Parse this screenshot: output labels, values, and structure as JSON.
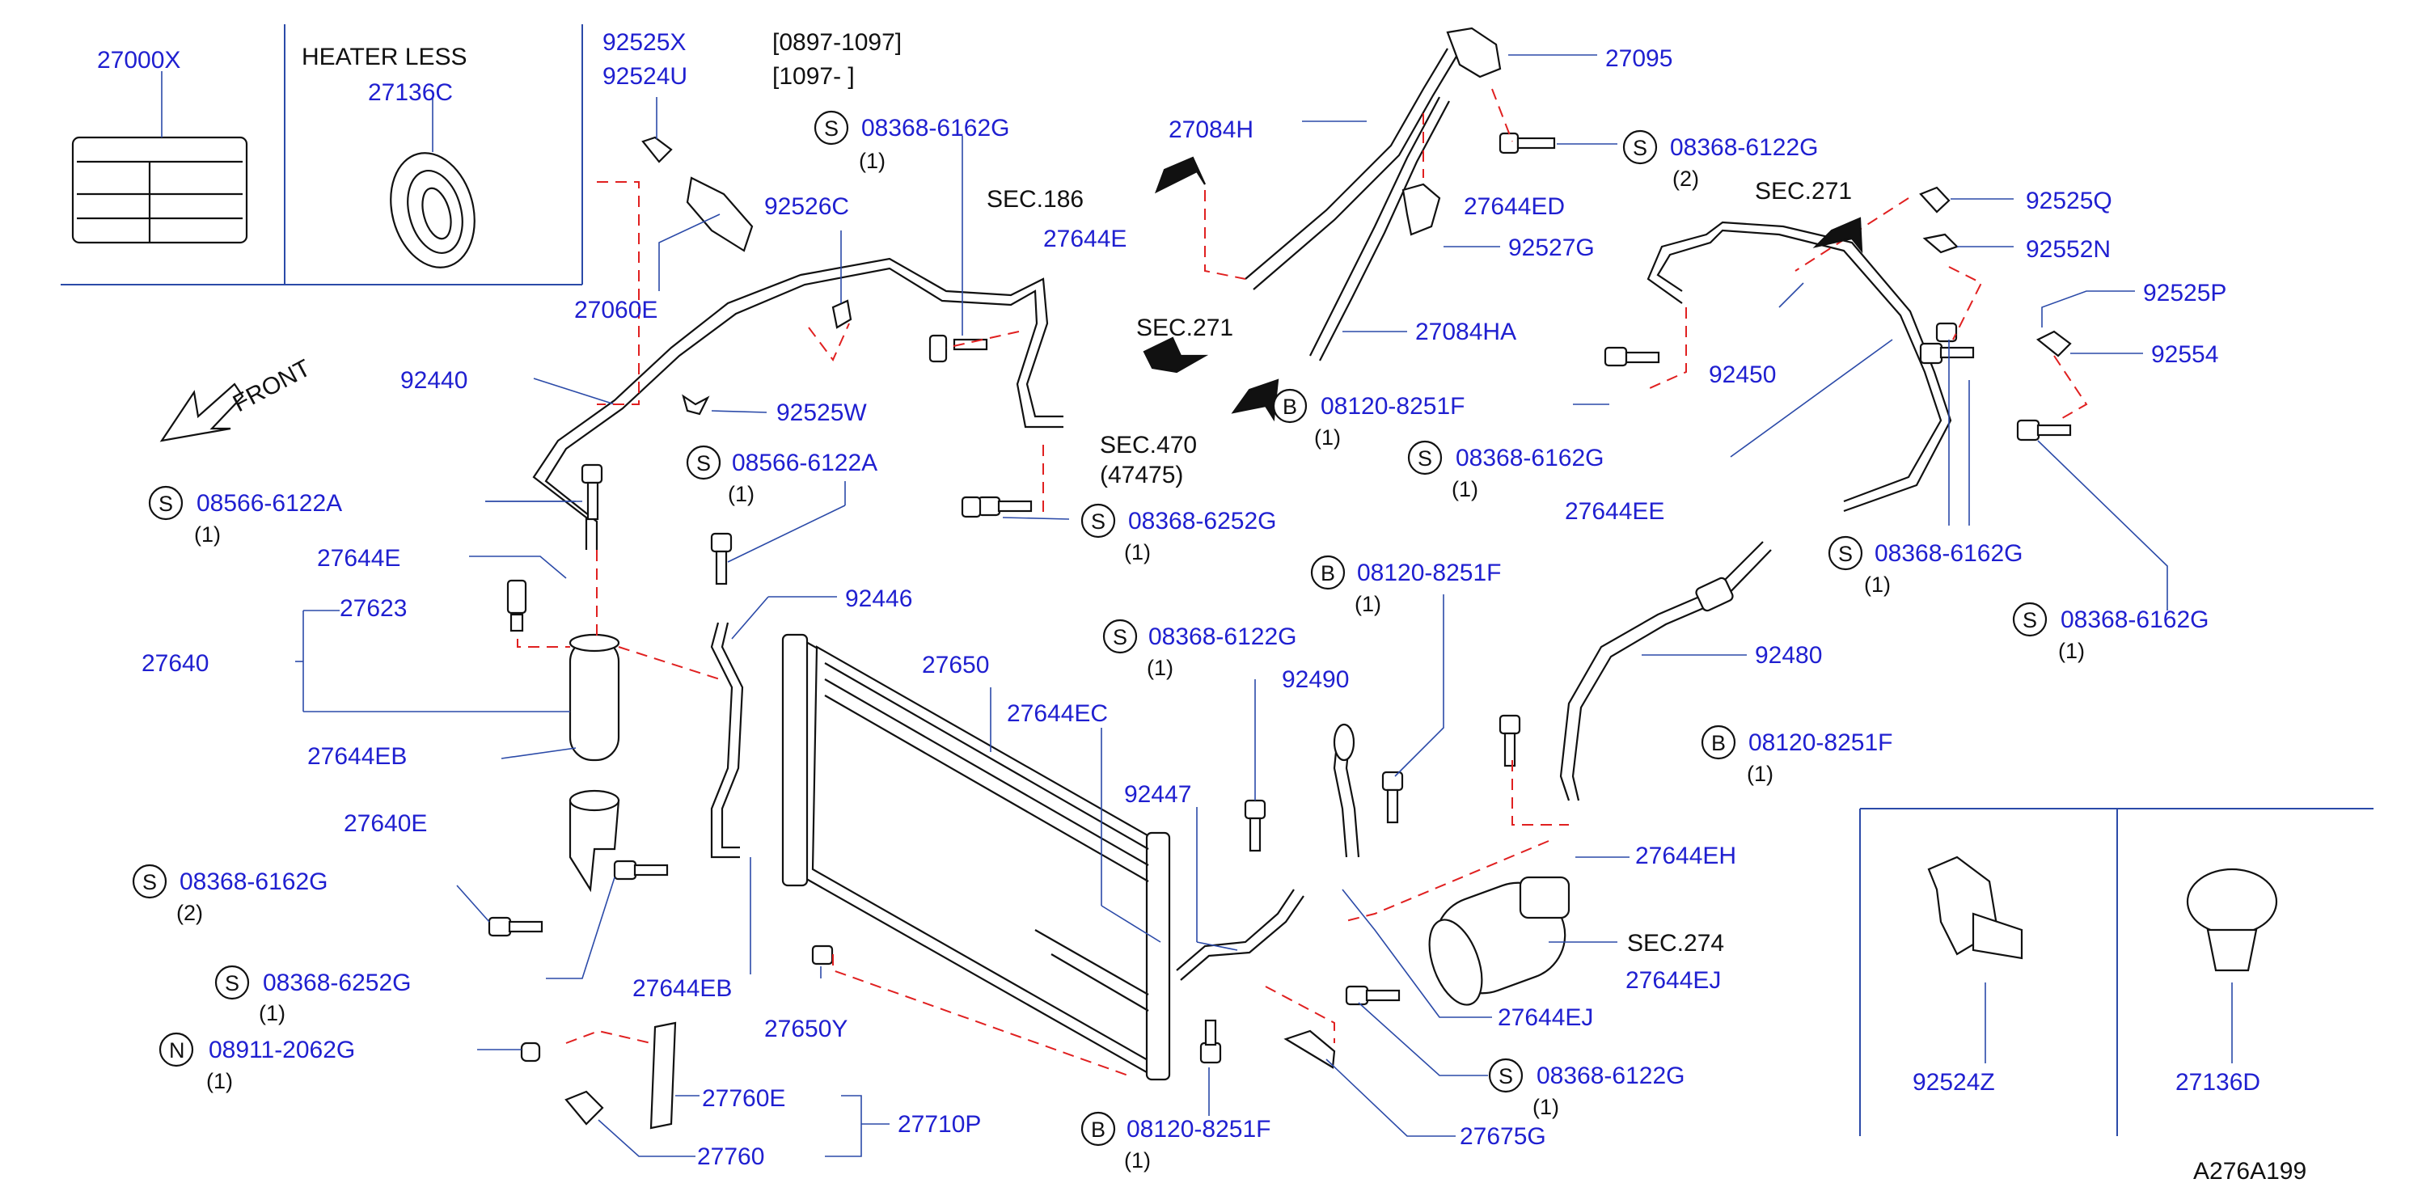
{
  "labels": {
    "p27000x": "27000X",
    "heater_less": "HEATER  LESS",
    "p27136c": "27136C",
    "p92525x": "92525X",
    "p92524u": "92524U",
    "date1": "[0897-1097]",
    "date2": "[1097-                   ]",
    "s_top": "08368-6162G",
    "q_top": "(1)",
    "p92526c": "92526C",
    "sec186": "SEC.186",
    "p27084h": "27084H",
    "p27095": "27095",
    "s_6122g_top": "08368-6122G",
    "q_6122g_top": "(2)",
    "p27644ed": "27644ED",
    "p92527g": "92527G",
    "sec271_top": "SEC.271",
    "p92525q": "92525Q",
    "p92552n": "92552N",
    "p92525p": "92525P",
    "p92554": "92554",
    "p27060e": "27060E",
    "p27644e_top": "27644E",
    "sec271_mid": "SEC.271",
    "p27084ha": "27084HA",
    "p92450": "92450",
    "front": "FRONT",
    "p92440": "92440",
    "p92525w": "92525W",
    "b_8251_top": "08120-8251F",
    "q_b_top": "(1)",
    "s_6162g_mid": "08368-6162G",
    "q_6162g_mid": "(1)",
    "sec470": "SEC.470",
    "sec470_sub": "(47475)",
    "s_6122a_mid": "08566-6122A",
    "q_6122a_mid": "(1)",
    "s_6122a_left": "08566-6122A",
    "q_6122a_left": "(1)",
    "s_6252g_mid": "08368-6252G",
    "q_6252g_mid": "(1)",
    "p27644ee": "27644EE",
    "s_6162g_right": "08368-6162G",
    "q_6162g_right": "(1)",
    "p27644e_left": "27644E",
    "b_8251_mid": "08120-8251F",
    "q_b_mid": "(1)",
    "p27623": "27623",
    "p92446": "92446",
    "p27640": "27640",
    "s_6122g_mid": "08368-6122G",
    "q_6122g_mid": "(1)",
    "s_6162g_far": "08368-6162G",
    "q_6162g_far": "(1)",
    "p27650": "27650",
    "p92480": "92480",
    "p92490": "92490",
    "p27644ec": "27644EC",
    "p27644eb_top": "27644EB",
    "b_8251_right": "08120-8251F",
    "q_b_right": "(1)",
    "p92447": "92447",
    "p27640e": "27640E",
    "p27644eh": "27644EH",
    "s_6162g_left": "08368-6162G",
    "q_6162g_left": "(2)",
    "sec274": "SEC.274",
    "s_6252g_left": "08368-6252G",
    "q_6252g_left": "(1)",
    "p27644eb_bot": "27644EB",
    "p27644ej_a": "27644EJ",
    "p27650y": "27650Y",
    "p27644ej_b": "27644EJ",
    "n_2062g": "08911-2062G",
    "q_n": "(1)",
    "s_6122g_bot": "08368-6122G",
    "q_6122g_bot": "(1)",
    "p27760e": "27760E",
    "p27710p": "27710P",
    "p27760": "27760",
    "b_8251_bot": "08120-8251F",
    "q_b_bot": "(1)",
    "p27675g": "27675G",
    "p92524z": "92524Z",
    "p27136d": "27136D",
    "ref": "A276A199"
  },
  "markers": {
    "s": "S",
    "b": "B",
    "n": "N"
  }
}
